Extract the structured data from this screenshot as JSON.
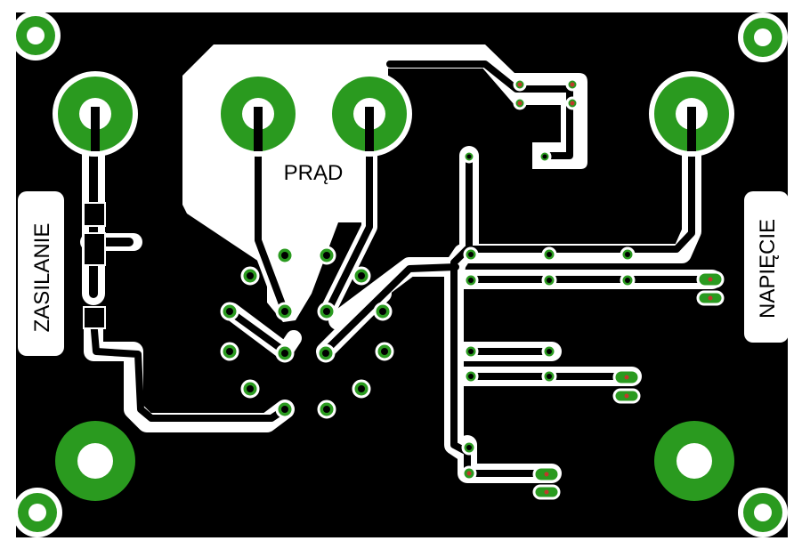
{
  "board": {
    "labels": {
      "left": "ZASILANIE",
      "center": "PRĄD",
      "right": "NAPIĘCIE"
    },
    "colors": {
      "background": "#ffffff",
      "copper_fill": "#000000",
      "trace": "#000000",
      "pad": "#2a9a1f",
      "drill": "#ffffff",
      "via_center": "#c0392b"
    }
  }
}
